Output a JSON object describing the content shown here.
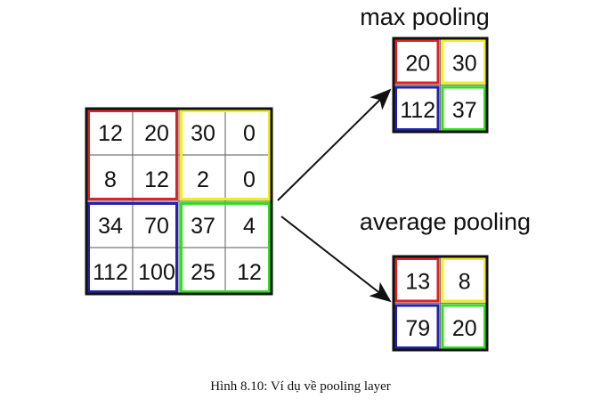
{
  "input_matrix": [
    [
      "12",
      "20",
      "30",
      "0"
    ],
    [
      "8",
      "12",
      "2",
      "0"
    ],
    [
      "34",
      "70",
      "37",
      "4"
    ],
    [
      "112",
      "100",
      "25",
      "12"
    ]
  ],
  "max_pooling": {
    "title": "max pooling",
    "values": [
      [
        "20",
        "30"
      ],
      [
        "112",
        "37"
      ]
    ]
  },
  "average_pooling": {
    "title": "average pooling",
    "values": [
      [
        "13",
        "8"
      ],
      [
        "79",
        "20"
      ]
    ]
  },
  "quadrant_colors": {
    "top_left": "#dd2222",
    "top_right": "#eeee22",
    "bottom_left": "#2222aa",
    "bottom_right": "#33dd22"
  },
  "caption": "Hình 8.10: Ví dụ về pooling layer"
}
